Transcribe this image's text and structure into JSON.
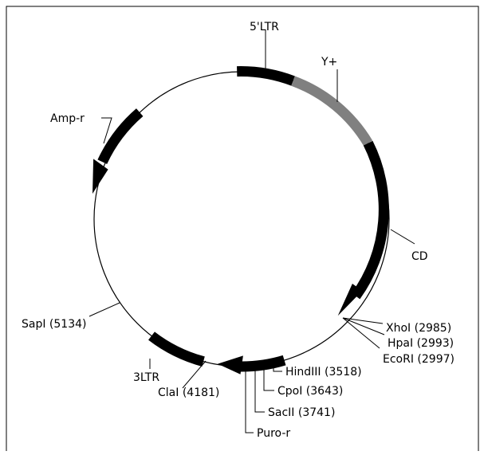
{
  "plasmid": {
    "features": [
      {
        "id": "ltr5",
        "label": "5'LTR",
        "color": "#000000"
      },
      {
        "id": "psi",
        "label": "Y+",
        "color": "#808080"
      },
      {
        "id": "cd",
        "label": "CD",
        "color": "#000000"
      },
      {
        "id": "amp",
        "label": "Amp-r",
        "color": "#000000"
      },
      {
        "id": "ltr3",
        "label": "3LTR",
        "color": "#000000"
      },
      {
        "id": "puro",
        "label": "Puro-r",
        "color": "#000000"
      }
    ],
    "sites": [
      {
        "id": "xhoi",
        "label": "XhoI (2985)"
      },
      {
        "id": "hpai",
        "label": "HpaI (2993)"
      },
      {
        "id": "ecori",
        "label": "EcoRI (2997)"
      },
      {
        "id": "hindiii",
        "label": "HindIII (3518)"
      },
      {
        "id": "cpoi",
        "label": "CpoI (3643)"
      },
      {
        "id": "sacii",
        "label": "SacII (3741)"
      },
      {
        "id": "clai",
        "label": "ClaI (4181)"
      },
      {
        "id": "sapi",
        "label": "SapI (5134)"
      }
    ]
  }
}
